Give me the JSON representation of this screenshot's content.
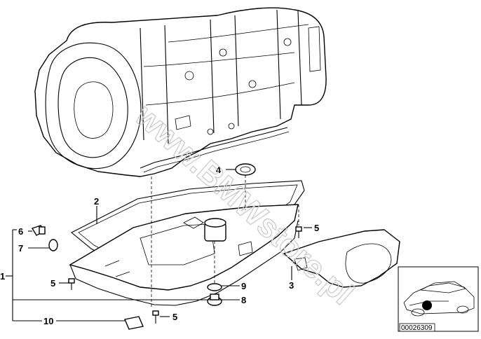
{
  "watermark": "www.BMWstore.pl",
  "diagram_code": "00026309",
  "callouts": [
    {
      "id": "c1",
      "label": "1"
    },
    {
      "id": "c2",
      "label": "2"
    },
    {
      "id": "c3",
      "label": "3"
    },
    {
      "id": "c4",
      "label": "4"
    },
    {
      "id": "c5a",
      "label": "5"
    },
    {
      "id": "c5b",
      "label": "5"
    },
    {
      "id": "c5c",
      "label": "5"
    },
    {
      "id": "c6",
      "label": "6"
    },
    {
      "id": "c7",
      "label": "7"
    },
    {
      "id": "c8",
      "label": "8"
    },
    {
      "id": "c9",
      "label": "9"
    },
    {
      "id": "c10",
      "label": "10"
    }
  ],
  "colors": {
    "line": "#000000",
    "background": "#ffffff",
    "watermark": "#c9c9c9",
    "callout_fill": "#000000"
  }
}
